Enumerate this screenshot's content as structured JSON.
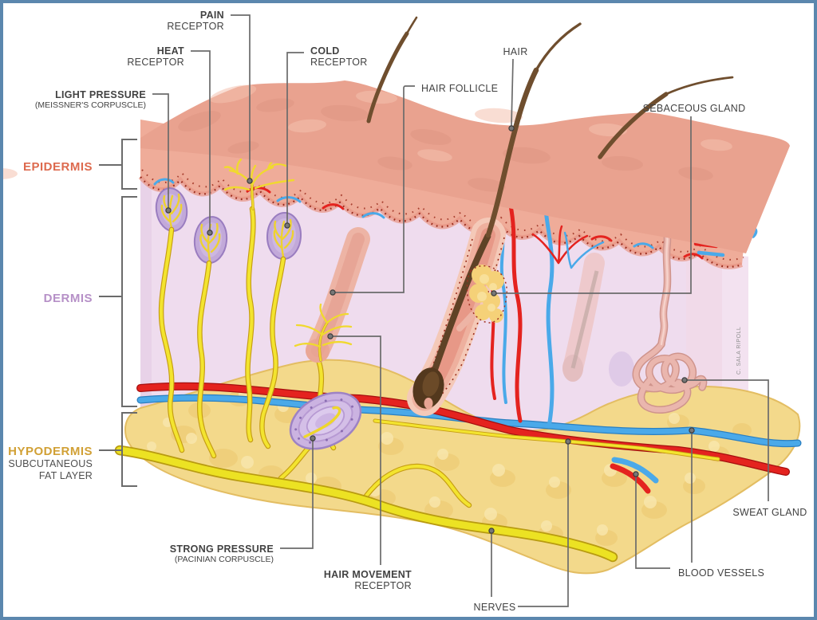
{
  "figure": {
    "credit": "C. SALA RIPOLL",
    "layer_labels": {
      "epidermis": {
        "name": "EPIDERMIS",
        "color": "#dd6a4e"
      },
      "dermis": {
        "name": "DERMIS",
        "color": "#b690c7"
      },
      "hypodermis": {
        "name": "HYPODERMIS",
        "color": "#d1a035",
        "sub1": "SUBCUTANEOUS",
        "sub2": "FAT LAYER"
      }
    },
    "labels": {
      "pain": {
        "line1": "PAIN",
        "line2": "RECEPTOR"
      },
      "heat": {
        "line1": "HEAT",
        "line2": "RECEPTOR"
      },
      "cold": {
        "line1": "COLD",
        "line2": "RECEPTOR"
      },
      "light_pressure": {
        "line1": "LIGHT PRESSURE",
        "line2": "(MEISSNER'S CORPUSCLE)"
      },
      "hair": {
        "line1": "HAIR"
      },
      "hair_follicle": {
        "line1": "HAIR FOLLICLE"
      },
      "sebaceous_gland": {
        "line1": "SEBACEOUS GLAND"
      },
      "sweat_gland": {
        "line1": "SWEAT GLAND"
      },
      "blood_vessels": {
        "line1": "BLOOD VESSELS"
      },
      "nerves": {
        "line1": "NERVES"
      },
      "hair_movement": {
        "line1": "HAIR MOVEMENT",
        "line2": "RECEPTOR"
      },
      "strong_pressure": {
        "line1": "STRONG PRESSURE",
        "line2": "(PACINIAN CORPUSCLE)"
      }
    },
    "colors": {
      "border": "#5b87ae",
      "label_text": "#424242",
      "leader_line": "#6b6b6b",
      "skin_surface": "#e9a28f",
      "epidermis_band": "#efac99",
      "dermis_fill": "#efdcee",
      "hypodermis_fill": "#f3d98b",
      "nerve_yellow": "#f3e42f",
      "artery_red": "#e4231f",
      "vein_blue": "#4aa9e9",
      "receptor_purple": "#c2a9d9",
      "hair_brown": "#6f4e2e",
      "sweat_gland_pink": "#e9b3ab",
      "sebaceous_yellow": "#f5d178"
    }
  }
}
